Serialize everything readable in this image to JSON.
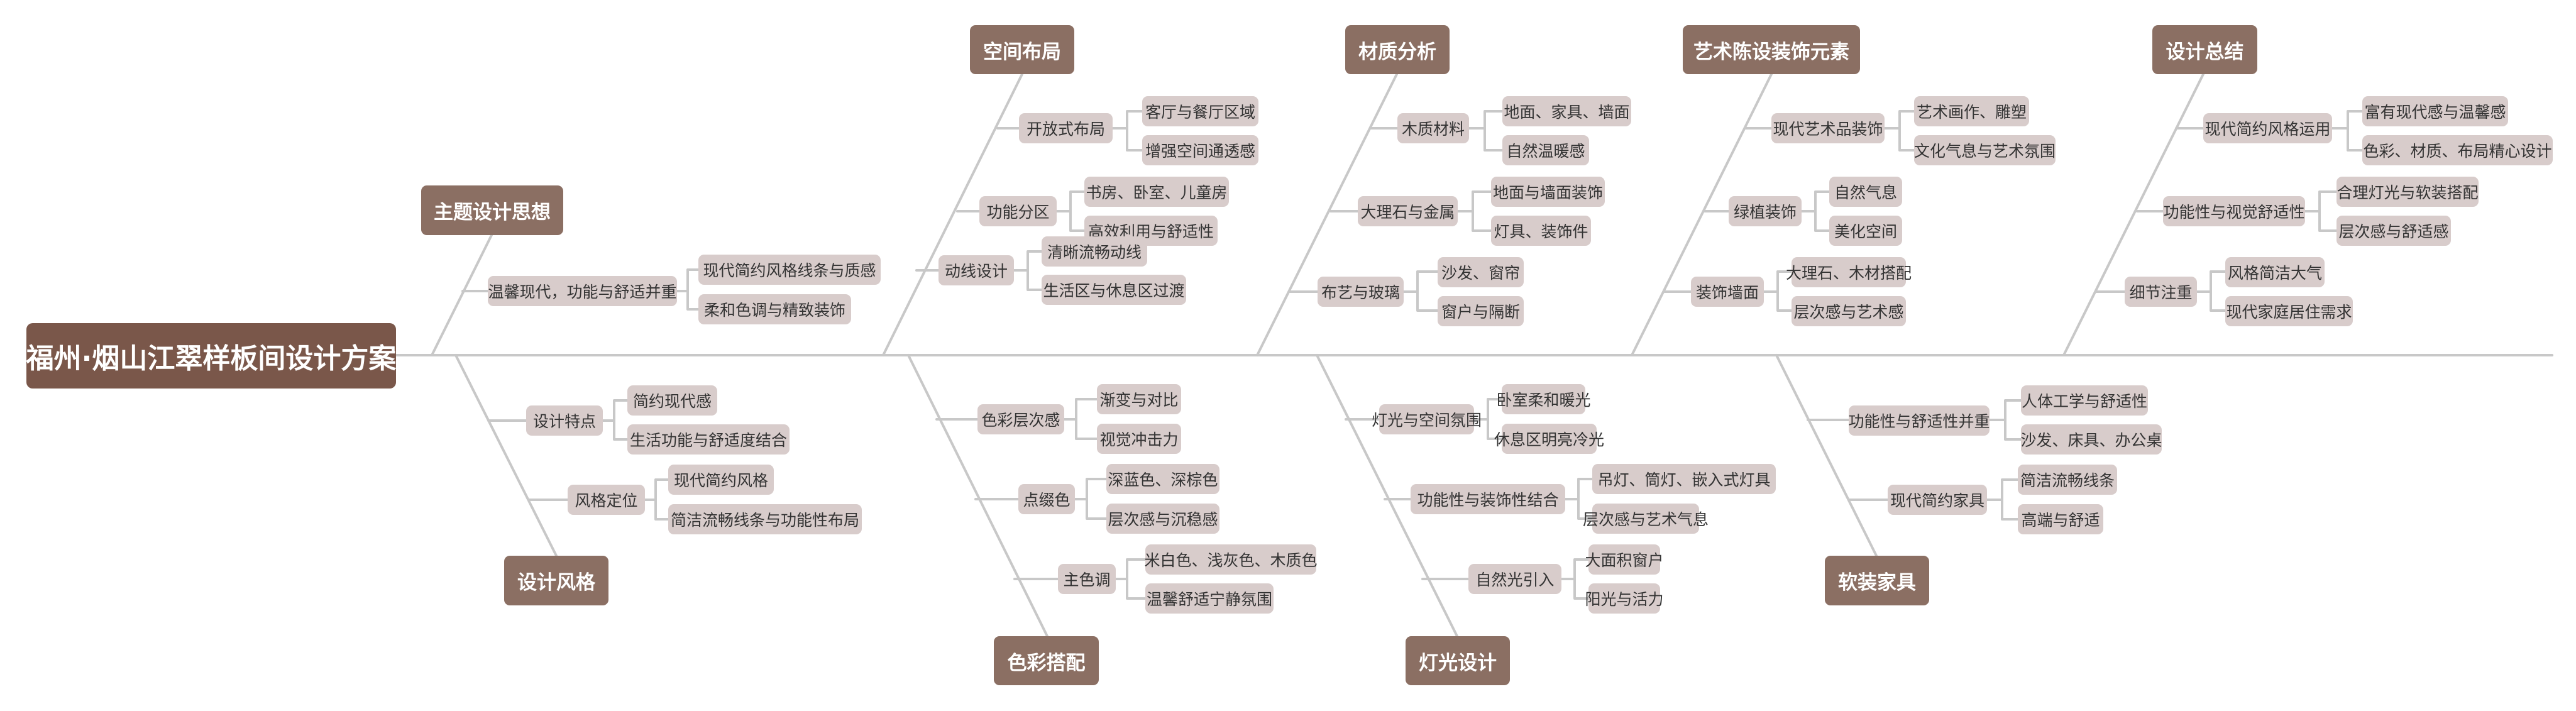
{
  "root": {
    "label": "福州·烟山江翠样板间设计方案"
  },
  "branches": [
    {
      "label": "主题设计思想",
      "children": [
        {
          "label": "温馨现代，功能与舒适并重",
          "children": [
            "现代简约风格线条与质感",
            "柔和色调与精致装饰"
          ]
        }
      ]
    },
    {
      "label": "设计风格",
      "children": [
        {
          "label": "设计特点",
          "children": [
            "简约现代感",
            "生活功能与舒适度结合"
          ]
        },
        {
          "label": "风格定位",
          "children": [
            "现代简约风格",
            "简洁流畅线条与功能性布局"
          ]
        }
      ]
    },
    {
      "label": "空间布局",
      "children": [
        {
          "label": "开放式布局",
          "children": [
            "客厅与餐厅区域",
            "增强空间通透感"
          ]
        },
        {
          "label": "功能分区",
          "children": [
            "书房、卧室、儿童房",
            "高效利用与舒适性"
          ]
        },
        {
          "label": "动线设计",
          "children": [
            "清晰流畅动线",
            "生活区与休息区过渡"
          ]
        }
      ]
    },
    {
      "label": "色彩搭配",
      "children": [
        {
          "label": "色彩层次感",
          "children": [
            "渐变与对比",
            "视觉冲击力"
          ]
        },
        {
          "label": "点缀色",
          "children": [
            "深蓝色、深棕色",
            "层次感与沉稳感"
          ]
        },
        {
          "label": "主色调",
          "children": [
            "米白色、浅灰色、木质色",
            "温馨舒适宁静氛围"
          ]
        }
      ]
    },
    {
      "label": "材质分析",
      "children": [
        {
          "label": "木质材料",
          "children": [
            "地面、家具、墙面",
            "自然温暖感"
          ]
        },
        {
          "label": "大理石与金属",
          "children": [
            "地面与墙面装饰",
            "灯具、装饰件"
          ]
        },
        {
          "label": "布艺与玻璃",
          "children": [
            "沙发、窗帘",
            "窗户与隔断"
          ]
        }
      ]
    },
    {
      "label": "灯光设计",
      "children": [
        {
          "label": "灯光与空间氛围",
          "children": [
            "卧室柔和暖光",
            "休息区明亮冷光"
          ]
        },
        {
          "label": "功能性与装饰性结合",
          "children": [
            "吊灯、筒灯、嵌入式灯具",
            "层次感与艺术气息"
          ]
        },
        {
          "label": "自然光引入",
          "children": [
            "大面积窗户",
            "阳光与活力"
          ]
        }
      ]
    },
    {
      "label": "艺术陈设装饰元素",
      "children": [
        {
          "label": "现代艺术品装饰",
          "children": [
            "艺术画作、雕塑",
            "文化气息与艺术氛围"
          ]
        },
        {
          "label": "绿植装饰",
          "children": [
            "自然气息",
            "美化空间"
          ]
        },
        {
          "label": "装饰墙面",
          "children": [
            "大理石、木材搭配",
            "层次感与艺术感"
          ]
        }
      ]
    },
    {
      "label": "软装家具",
      "children": [
        {
          "label": "功能性与舒适性并重",
          "children": [
            "人体工学与舒适性",
            "沙发、床具、办公桌"
          ]
        },
        {
          "label": "现代简约家具",
          "children": [
            "简洁流畅线条",
            "高端与舒适"
          ]
        }
      ]
    },
    {
      "label": "设计总结",
      "children": [
        {
          "label": "现代简约风格运用",
          "children": [
            "富有现代感与温馨感",
            "色彩、材质、布局精心设计"
          ]
        },
        {
          "label": "功能性与视觉舒适性",
          "children": [
            "合理灯光与软装搭配",
            "层次感与舒适感"
          ]
        },
        {
          "label": "细节注重",
          "children": [
            "风格简洁大气",
            "现代家庭居住需求"
          ]
        }
      ]
    }
  ],
  "colors": {
    "root_fill": "#7a574a",
    "main_fill": "#8b6f63",
    "node_fill": "#d8cccb",
    "node_text": "#333333",
    "line": "#c8c8c8",
    "background": "#ffffff"
  }
}
